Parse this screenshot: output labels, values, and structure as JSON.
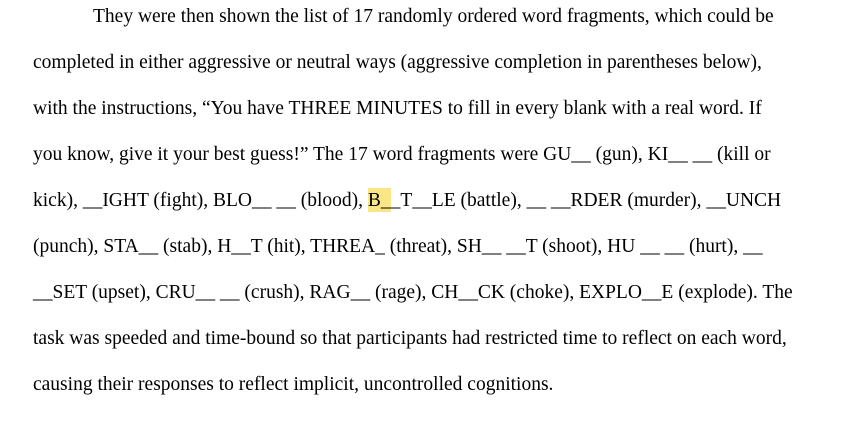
{
  "document": {
    "background": "#ffffff",
    "text_color": "#000000",
    "highlight_color": "#fbe687",
    "lines": [
      {
        "pre": "They were then shown the list of 17 randomly ordered word fragments, which could be"
      },
      {
        "pre": "completed in either aggressive or neutral ways (aggressive completion in parentheses below),"
      },
      {
        "pre": "with the instructions, “You have THREE MINUTES to fill in every blank with a real word. If"
      },
      {
        "pre": "you know, give it your best guess!” The 17 word fragments were GU__ (gun), KI__ __ (kill or"
      },
      {
        "pre": "kick), __IGHT (fight), BLO__ __ (blood), ",
        "hl": "B_",
        "post": "_T__LE (battle), __ __RDER (murder), __UNCH"
      },
      {
        "pre": "(punch), STA__ (stab), H__T (hit), THREA_ (threat), SH__ __T (shoot), HU __ __ (hurt), __"
      },
      {
        "pre": "__SET (upset), CRU__ __ (crush), RAG__ (rage), CH__CK (choke), EXPLO__E (explode). The"
      },
      {
        "pre": "task was speeded and time-bound so that participants had restricted time to reflect on each word,"
      },
      {
        "pre": "causing their responses to reflect implicit, uncontrolled cognitions."
      }
    ]
  }
}
